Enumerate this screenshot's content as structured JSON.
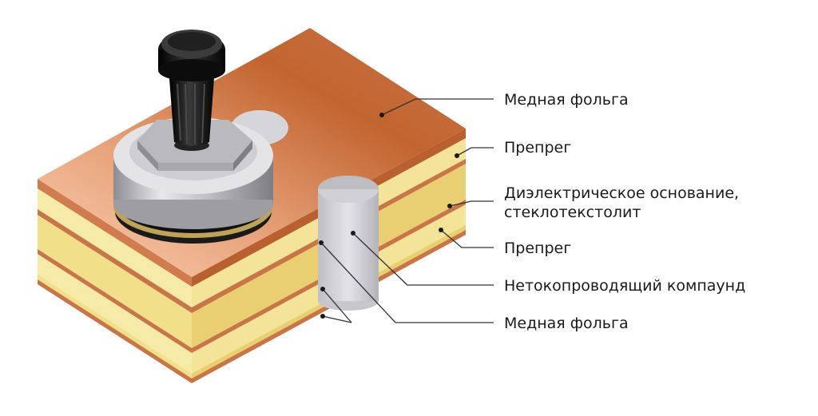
{
  "diagram": {
    "labels": {
      "copper_foil_top": "Медная фольга",
      "prepreg_top": "Препрег",
      "dielectric_line1": "Диэлектрическое основание,",
      "dielectric_line2": "стеклотекстолит",
      "prepreg_bottom": "Препрег",
      "compound": "Нетокопроводящий компаунд",
      "copper_foil_inner": "Медная фольга"
    },
    "colors": {
      "copper": "#c8754a",
      "copper_light": "#f2bb98",
      "prepreg": "#f4e7a0",
      "dielectric": "#e9cf72",
      "metal": "#c9c9cc",
      "knob": "#1b1b1b",
      "leader": "#333333"
    },
    "elements": [
      "knob",
      "connector-body",
      "via-hole",
      "compound-plug",
      "layer-stack"
    ]
  }
}
